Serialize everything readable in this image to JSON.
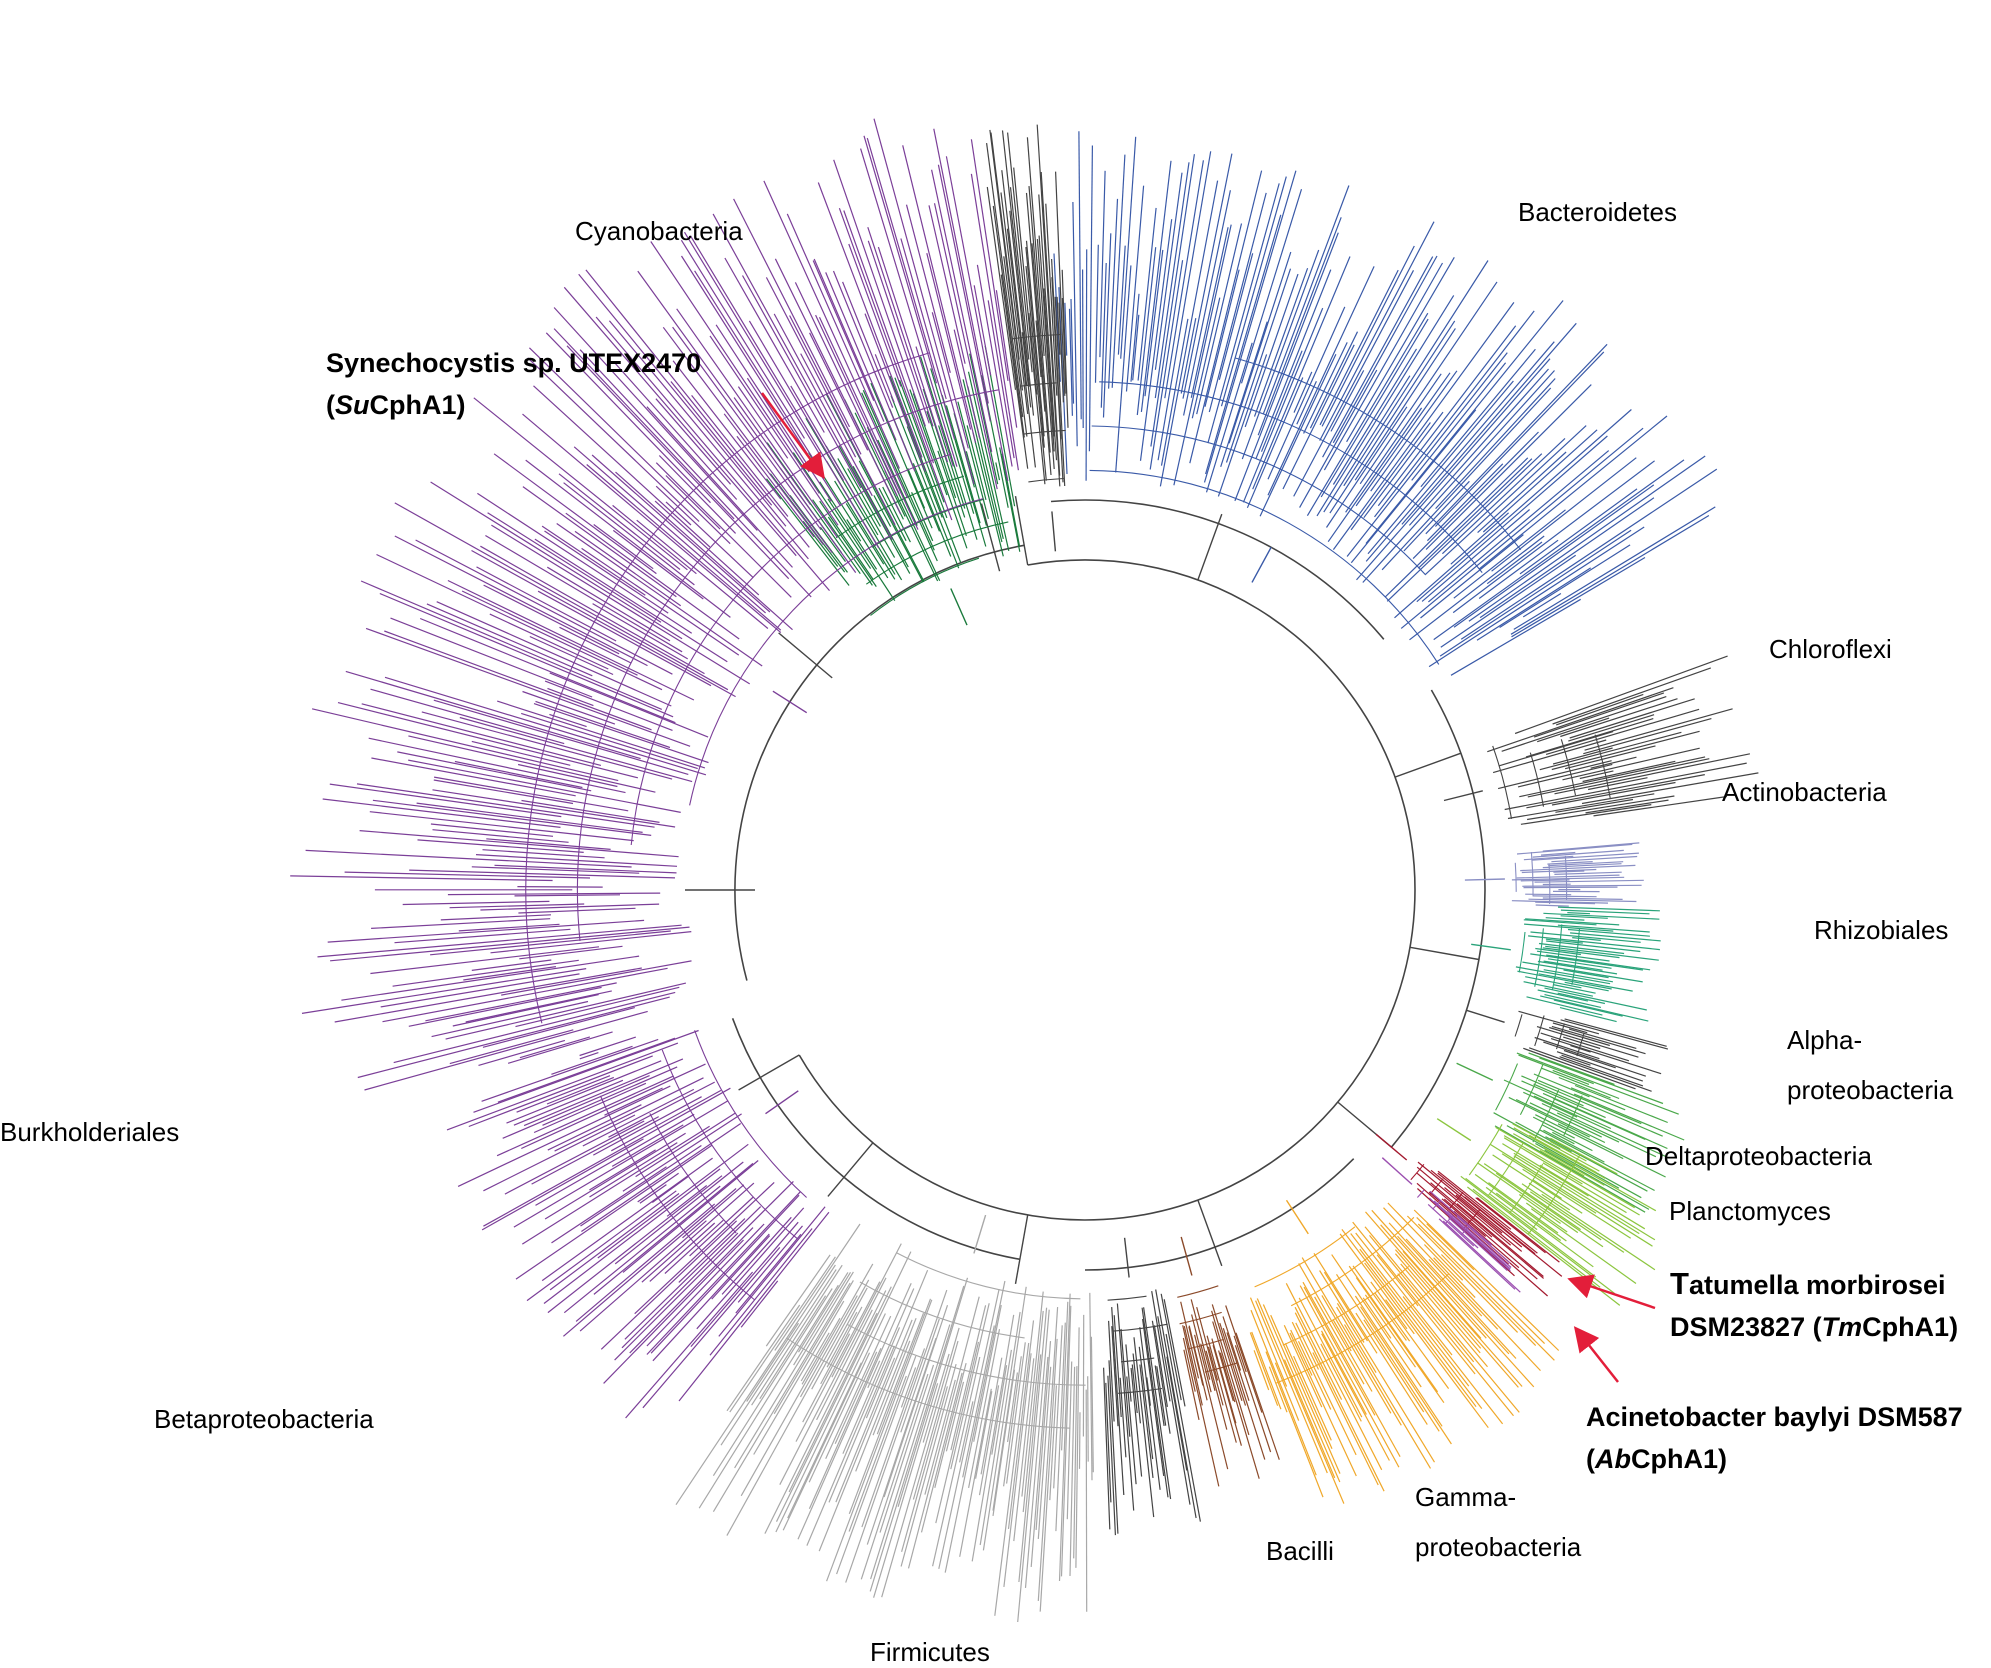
{
  "figure": {
    "type": "circular phylogenetic tree",
    "clades": [
      {
        "id": "cyanobacteria",
        "label": "Cyanobacteria",
        "color": "#1a7a3c"
      },
      {
        "id": "bacteroidetes",
        "label": "Bacteroidetes",
        "color": "#3a5aa8"
      },
      {
        "id": "chloroflexi",
        "label": "Chloroflexi",
        "color": "#8a8fc4"
      },
      {
        "id": "actinobacteria",
        "label": "Actinobacteria",
        "color": "#2aa37a"
      },
      {
        "id": "rhizobiales",
        "label": "Rhizobiales",
        "color": "#4aa84a"
      },
      {
        "id": "alphaproteobacteria",
        "label_line1": "Alpha-",
        "label_line2": "proteobacteria",
        "color": "#8cc63f"
      },
      {
        "id": "deltaproteobacteria",
        "label": "Deltaproteobacteria",
        "color": "#a3192e"
      },
      {
        "id": "planctomyces",
        "label": "Planctomyces",
        "color": "#9b4fb0"
      },
      {
        "id": "gammaproteobacteria",
        "label_line1": "Gamma-",
        "label_line2": "proteobacteria",
        "color": "#f0a82a"
      },
      {
        "id": "bacilli",
        "label": "Bacilli",
        "color": "#8b4a2a"
      },
      {
        "id": "firmicutes",
        "label": "Firmicutes",
        "color": "#a8a8a8"
      },
      {
        "id": "betaproteobacteria",
        "label": "Betaproteobacteria",
        "color": "#7b3f98"
      },
      {
        "id": "burkholderiales",
        "label": "Burkholderiales",
        "color": "#7b3f98"
      }
    ],
    "highlights": {
      "color": "#e31e3a",
      "synechocystis": {
        "line1": "Synechocystis sp. UTEX2470",
        "open": "(",
        "abbr": "Su",
        "suffix": "CphA1)"
      },
      "tatumella": {
        "big_letter": "T",
        "line1_rest": "atumella morbirosei",
        "line2_prefix": "DSM23827 (",
        "abbr": "Tm",
        "suffix": "CphA1)"
      },
      "acinetobacter": {
        "line1": "Acinetobacter baylyi DSM587",
        "open": "(",
        "abbr": "Ab",
        "suffix": "CphA1)"
      }
    },
    "backbone_color": "#444444"
  }
}
